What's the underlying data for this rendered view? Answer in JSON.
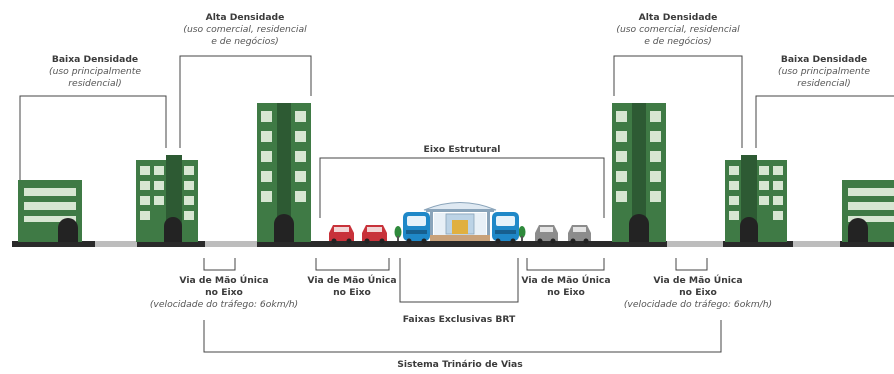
{
  "colors": {
    "building": "#3f7a45",
    "building_dark": "#2d5a33",
    "window": "#d7e6d2",
    "door": "#232323",
    "road": "#2a2a2a",
    "sidewalk": "#bdbdbd",
    "bracket": "#444444",
    "car_red": "#c8323a",
    "car_grey": "#8c8c8c",
    "bus": "#1f88c8",
    "station": "#bcd3e6",
    "tree": "#2f8a3c"
  },
  "labels": {
    "baixa_left": {
      "title": "Baixa Densidade",
      "sub1": "(uso principalmente",
      "sub2": "residencial)"
    },
    "alta_left": {
      "title": "Alta Densidade",
      "sub1": "(uso comercial, residencial",
      "sub2": "e de negócios)"
    },
    "alta_right": {
      "title": "Alta Densidade",
      "sub1": "(uso comercial, residencial",
      "sub2": "e de negócios)"
    },
    "baixa_right": {
      "title": "Baixa Densidade",
      "sub1": "(uso principalmente",
      "sub2": "residencial)"
    },
    "eixo": "Eixo Estrutural",
    "via_outer_left": {
      "line1": "Via de Mão Única",
      "line2": "no Eixo",
      "line3": "(velocidade do tráfego: 6okm/h)"
    },
    "via_inner_left": {
      "line1": "Via de Mão Única",
      "line2": "no Eixo"
    },
    "via_inner_right": {
      "line1": "Via de Mão Única",
      "line2": "no Eixo"
    },
    "via_outer_right": {
      "line1": "Via de Mão Única",
      "line2": "no Eixo",
      "line3": "(velocidade do tráfego: 6okm/h)"
    },
    "brt": "Faixas Exclusivas BRT",
    "trinario": "Sistema Trinário de Vias"
  }
}
